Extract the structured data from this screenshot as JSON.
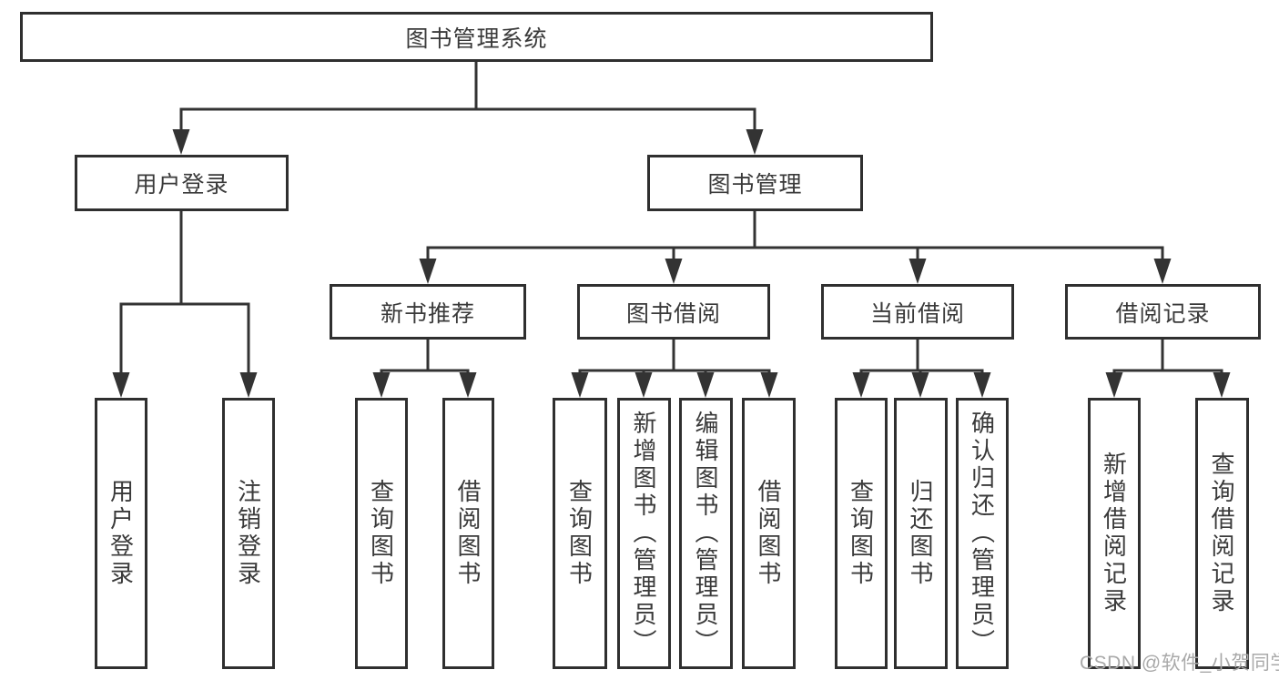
{
  "diagram": {
    "title": "图书管理系统",
    "tree": {
      "label": "图书管理系统",
      "children": [
        {
          "label": "用户登录",
          "children": [
            {
              "label": "用户登录"
            },
            {
              "label": "注销登录"
            }
          ]
        },
        {
          "label": "图书管理",
          "children": [
            {
              "label": "新书推荐",
              "children": [
                {
                  "label": "查询图书"
                },
                {
                  "label": "借阅图书"
                }
              ]
            },
            {
              "label": "图书借阅",
              "children": [
                {
                  "label": "查询图书"
                },
                {
                  "label": "新增图书（管理员）"
                },
                {
                  "label": "编辑图书（管理员）"
                },
                {
                  "label": "借阅图书"
                }
              ]
            },
            {
              "label": "当前借阅",
              "children": [
                {
                  "label": "查询图书"
                },
                {
                  "label": "归还图书"
                },
                {
                  "label": "确认归还（管理员）"
                }
              ]
            },
            {
              "label": "借阅记录",
              "children": [
                {
                  "label": "新增借阅记录"
                },
                {
                  "label": "查询借阅记录"
                }
              ]
            }
          ]
        }
      ]
    },
    "watermark": "CSDN @软件_小贺同学",
    "colors": {
      "line": "#333333",
      "box_border": "#2f2f2f",
      "text": "#3a3a3a",
      "watermark": "#a9a9a9",
      "background": "#ffffff"
    }
  }
}
